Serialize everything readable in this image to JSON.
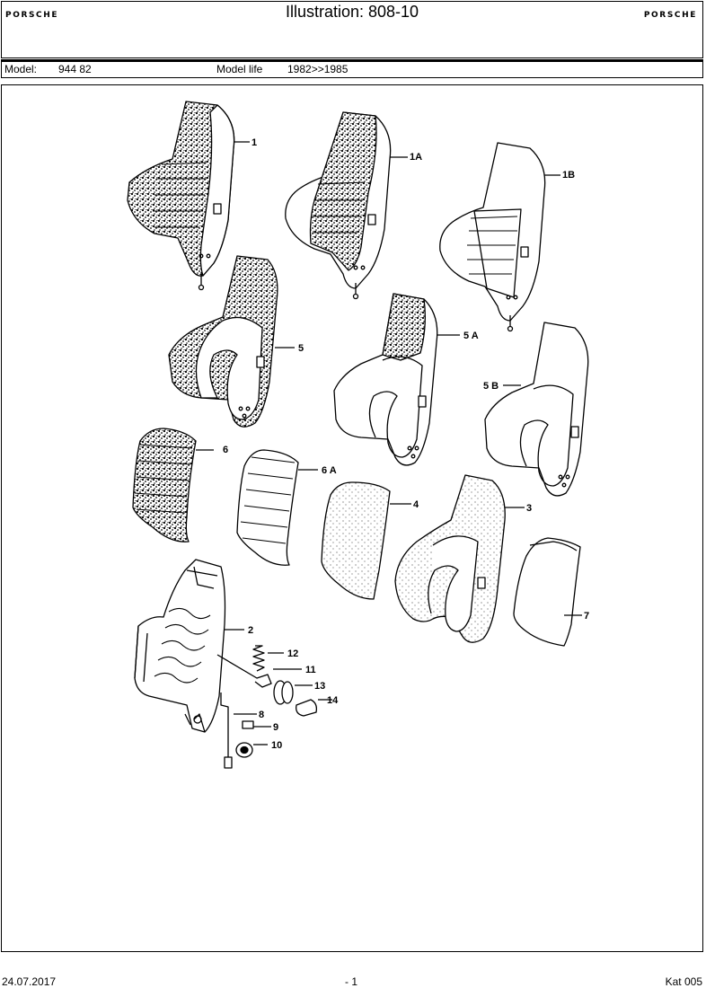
{
  "header": {
    "brand_left": "PORSCHE",
    "title": "Illustration: 808-10",
    "brand_right": "PORSCHE"
  },
  "model_bar": {
    "model_label": "Model:",
    "model_value": "944 82",
    "life_label": "Model life",
    "life_value": "1982>>1985"
  },
  "illustration": {
    "callouts": [
      "1",
      "1A",
      "1B",
      "5",
      "5 A",
      "5 B",
      "6",
      "6 A",
      "4",
      "3",
      "7",
      "2",
      "12",
      "11",
      "13",
      "14",
      "8",
      "9",
      "10"
    ]
  },
  "footer": {
    "date": "24.07.2017",
    "page": "- 1",
    "catalog": "Kat 005"
  }
}
